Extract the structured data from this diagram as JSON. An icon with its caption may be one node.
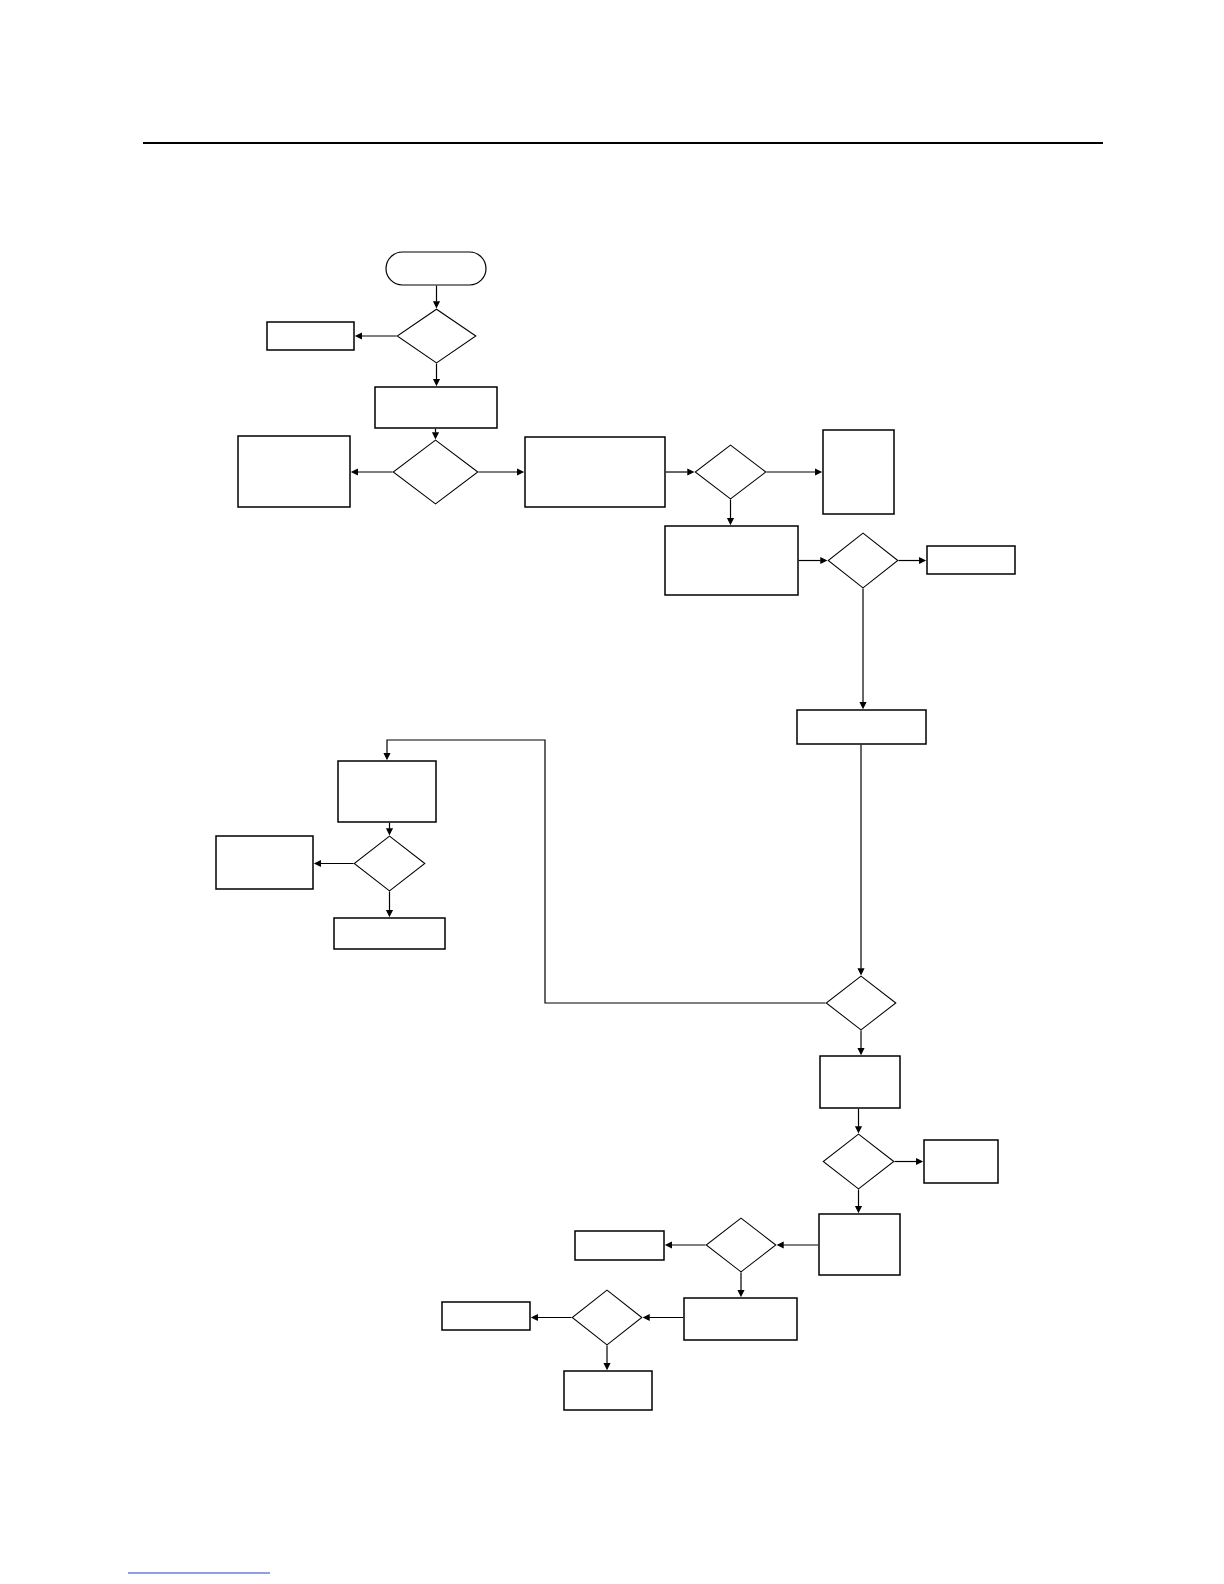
{
  "diagram": {
    "nodes": [
      {
        "text": [],
        "shape": "oval"
      },
      {
        "text": [],
        "shape": "box"
      },
      {
        "text": [],
        "shape": "diamond"
      },
      {
        "text": [],
        "shape": "box"
      },
      {
        "text": [],
        "shape": "box"
      },
      {
        "text": [],
        "shape": "diamond"
      },
      {
        "text": [],
        "shape": "box"
      },
      {
        "text": [],
        "shape": "diamond"
      },
      {
        "text": [],
        "shape": "box"
      },
      {
        "text": [],
        "shape": "box"
      },
      {
        "text": [],
        "shape": "diamond"
      },
      {
        "text": [],
        "shape": "box"
      },
      {
        "text": [],
        "shape": "box"
      },
      {
        "text": [],
        "shape": "box"
      },
      {
        "text": [],
        "shape": "box"
      },
      {
        "text": [],
        "shape": "diamond"
      },
      {
        "text": [],
        "shape": "box"
      },
      {
        "text": [],
        "shape": "diamond"
      },
      {
        "text": [],
        "shape": "box"
      },
      {
        "text": [],
        "shape": "diamond"
      },
      {
        "text": [],
        "shape": "box"
      },
      {
        "text": [],
        "shape": "box"
      },
      {
        "text": [],
        "shape": "diamond"
      },
      {
        "text": [],
        "shape": "box"
      },
      {
        "text": [],
        "shape": "box"
      },
      {
        "text": [],
        "shape": "diamond"
      },
      {
        "text": [],
        "shape": "box"
      },
      {
        "text": [],
        "shape": "box"
      }
    ],
    "edges": [
      {
        "from": 0,
        "to": 2,
        "arrow": "to"
      },
      {
        "from": 2,
        "to": 1,
        "arrow": "to"
      },
      {
        "from": 2,
        "to": 3,
        "arrow": "to"
      },
      {
        "from": 3,
        "to": 5,
        "arrow": "to"
      },
      {
        "from": 5,
        "to": 4,
        "arrow": "to"
      },
      {
        "from": 5,
        "to": 6,
        "arrow": "to"
      },
      {
        "from": 6,
        "to": 7,
        "arrow": "to"
      },
      {
        "from": 7,
        "to": 8,
        "arrow": "to"
      },
      {
        "from": 7,
        "to": 9,
        "arrow": "to"
      },
      {
        "from": 9,
        "to": 10,
        "arrow": "to"
      },
      {
        "from": 10,
        "to": 11,
        "arrow": "to"
      },
      {
        "from": 10,
        "to": 12,
        "arrow": "to"
      },
      {
        "from": 12,
        "to": 17,
        "arrow": "to"
      },
      {
        "from": 17,
        "to": 13,
        "arrow": "to"
      },
      {
        "from": 13,
        "to": 15,
        "arrow": "to"
      },
      {
        "from": 15,
        "to": 14,
        "arrow": "to"
      },
      {
        "from": 15,
        "to": 16,
        "arrow": "to"
      },
      {
        "from": 17,
        "to": 18,
        "arrow": "to"
      },
      {
        "from": 18,
        "to": 19,
        "arrow": "to"
      },
      {
        "from": 19,
        "to": 20,
        "arrow": "to"
      },
      {
        "from": 19,
        "to": 23,
        "arrow": "to"
      },
      {
        "from": 23,
        "to": 22,
        "arrow": "to"
      },
      {
        "from": 22,
        "to": 21,
        "arrow": "to"
      },
      {
        "from": 22,
        "to": 26,
        "arrow": "to"
      },
      {
        "from": 26,
        "to": 25,
        "arrow": "to"
      },
      {
        "from": 25,
        "to": 24,
        "arrow": "to"
      },
      {
        "from": 25,
        "to": 27,
        "arrow": "to"
      }
    ]
  }
}
